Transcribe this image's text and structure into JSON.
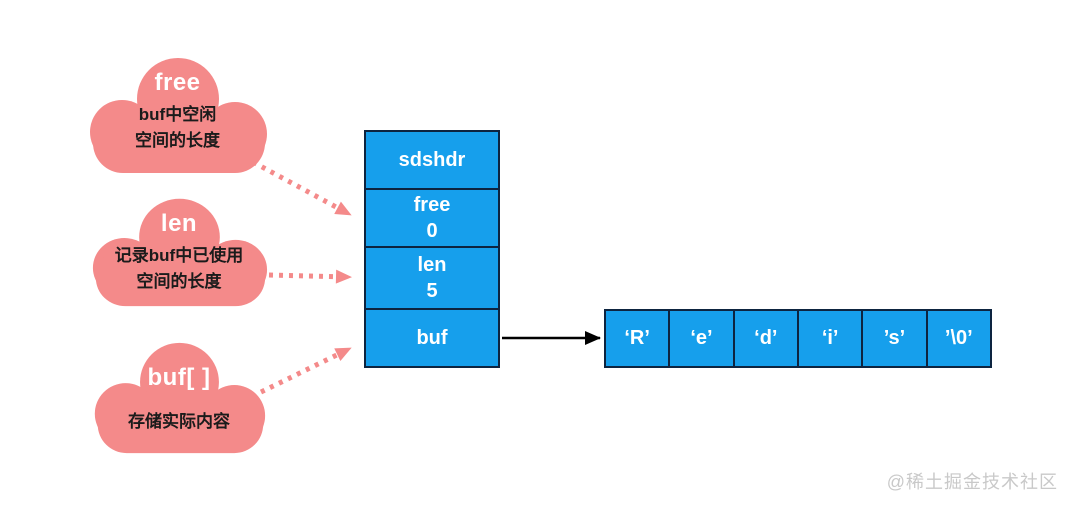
{
  "clouds": [
    {
      "title": "free",
      "lines": [
        "buf中空闲",
        "空间的长度"
      ]
    },
    {
      "title": "len",
      "lines": [
        "记录buf中已使用",
        "空间的长度"
      ]
    },
    {
      "title": "buf[ ]",
      "lines": [
        "存储实际内容"
      ]
    }
  ],
  "struct": {
    "header": "sdshdr",
    "fields": [
      {
        "name": "free",
        "value": "0"
      },
      {
        "name": "len",
        "value": "5"
      },
      {
        "name": "buf"
      }
    ]
  },
  "buffer": {
    "cells": [
      "‘R’",
      "‘e’",
      "‘d’",
      "‘i’",
      "’s’",
      "’\\0’"
    ]
  },
  "watermark": "@稀土掘金技术社区",
  "colors": {
    "pink": "#f48a8a",
    "blue": "#169fec",
    "border": "#0d2440",
    "cloud-text": "#1b1b1b",
    "watermark": "#c9c9c9",
    "arrow-black": "#000000"
  }
}
